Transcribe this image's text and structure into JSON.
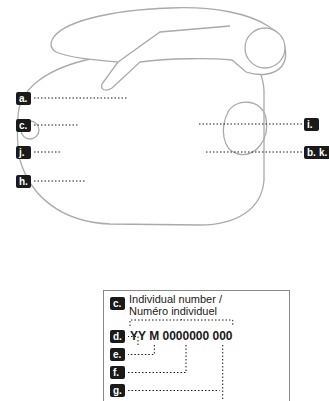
{
  "diagram": {
    "nodes": [
      {
        "text": [
          "c.",
          "Individual number / Numéro individuel",
          "YY M 0000000 000"
        ]
      }
    ],
    "labels": [
      "a.",
      "c.",
      "j.",
      "h.",
      "i.",
      "b.",
      "k.",
      "d.",
      "e.",
      "f.",
      "g."
    ]
  }
}
